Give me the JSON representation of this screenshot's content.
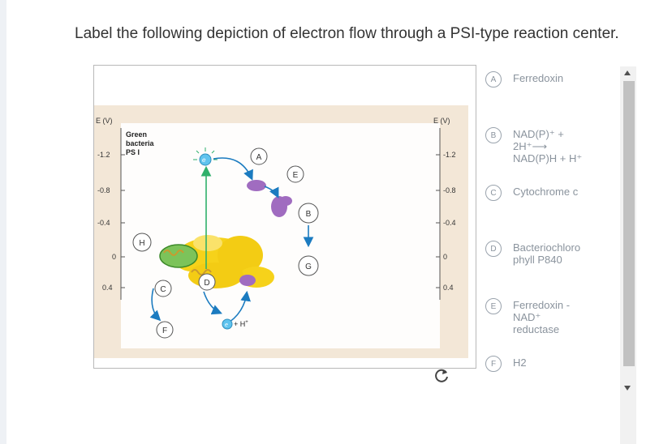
{
  "question": "Label the following depiction of electron flow through a PSI-type reaction center.",
  "diagram": {
    "axis_label_left": "E (V)",
    "axis_label_right": "E (V)",
    "ticks": [
      "-1.2",
      "-0.8",
      "-0.4",
      "0",
      "0.4"
    ],
    "group_title_line1": "Green",
    "group_title_line2": "bacteria",
    "group_title_line3": "PS I",
    "electron_symbol": "e",
    "electron_superscript": "−",
    "proton_text": "+ H",
    "proton_superscript": "+",
    "blank_labels": {
      "A": "A",
      "B": "B",
      "C": "C",
      "D": "D",
      "E": "E",
      "F": "F",
      "G": "G",
      "H": "H"
    }
  },
  "options": [
    {
      "letter": "A",
      "lines": [
        "Ferredoxin"
      ]
    },
    {
      "letter": "B",
      "lines": [
        "NAD(P)⁺ +",
        "2H⁺⟶",
        "NAD(P)H + H⁺"
      ]
    },
    {
      "letter": "C",
      "lines": [
        "Cytochrome c"
      ]
    },
    {
      "letter": "D",
      "lines": [
        "Bacteriochloro",
        "phyll P840"
      ]
    },
    {
      "letter": "E",
      "lines": [
        "Ferredoxin -",
        "NAD⁺",
        "reductase"
      ]
    },
    {
      "letter": "F",
      "lines": [
        "H2"
      ]
    }
  ],
  "colors": {
    "panel": "#f3e7d7",
    "protein": "#f6d21a",
    "carrier": "#a06cc0",
    "arrow": "#1b7bc0",
    "excitation": "#2fb06b",
    "electron": "#5fc3ee"
  }
}
